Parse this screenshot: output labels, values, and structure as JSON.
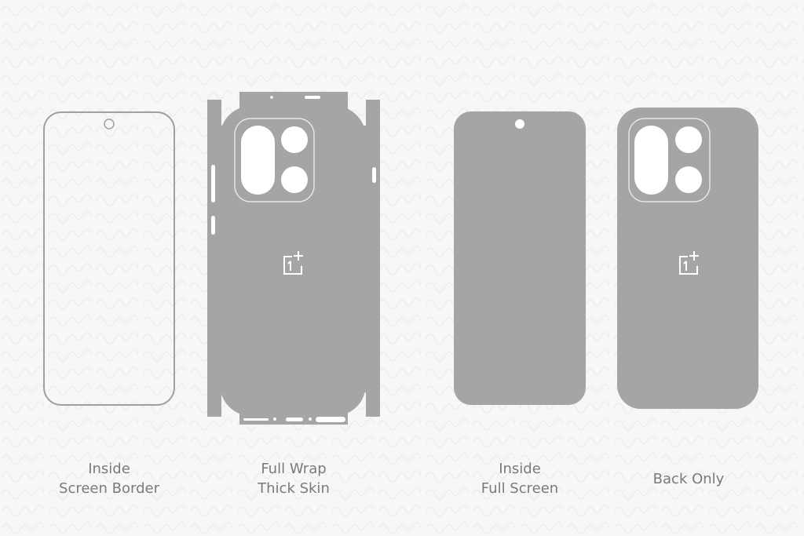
{
  "colors": {
    "skin": "#a5a5a5",
    "outline": "#a0a0a0",
    "background": "#f7f7f7",
    "label": "#7a7a7a"
  },
  "templates": [
    {
      "line1": "Inside",
      "line2": "Screen Border"
    },
    {
      "line1": "Full Wrap",
      "line2": "Thick Skin"
    },
    {
      "line1": "Inside",
      "line2": "Full Screen"
    },
    {
      "line1": "Back Only"
    }
  ]
}
